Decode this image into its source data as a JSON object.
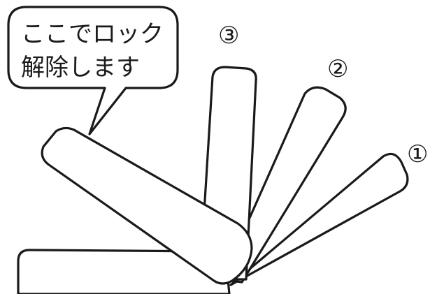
{
  "callout": {
    "line1": "ここでロック",
    "line2": "解除します"
  },
  "labels": {
    "step1": "①",
    "step2": "②",
    "step3": "③"
  },
  "colors": {
    "stroke": "#1a1a1a",
    "fill": "#ffffff"
  }
}
